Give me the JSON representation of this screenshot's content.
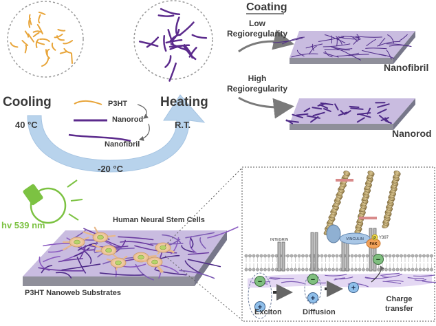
{
  "colors": {
    "p3ht": "#e8a53a",
    "nanorod": "#5b2a8c",
    "fiber": "#6a3aa0",
    "substrate_top": "#c9bce0",
    "substrate_side": "#8f8f9a",
    "arrow": "#b8d3ec",
    "light": "#7cc242",
    "text": "#3a3a3a"
  },
  "top": {
    "coating": "Coating",
    "low_reg": "Low\nRegioregularity",
    "high_reg": "High\nRegioregularity",
    "nanofibril": "Nanofibril",
    "nanorod": "Nanorod",
    "cooling": "Cooling",
    "heating": "Heating",
    "temp_40": "40 °C",
    "temp_rt": "R.T.",
    "temp_neg20": "-20 °C",
    "legend_p3ht": "P3HT",
    "legend_nanorod": "Nanorod",
    "legend_nanofibril": "Nanofibril"
  },
  "bottom": {
    "light": "hv 539 nm",
    "cells": "Human Neural Stem Cells",
    "substrate": "P3HT Nanoweb Substrates",
    "integrin": "INTEGRIN",
    "vinculin": "VINCULIN",
    "fak": "FAK",
    "p": "P",
    "y397": "Y397",
    "exciton": "Exciton",
    "diffusion": "Diffusion",
    "charge_transfer": "Charge\ntransfer",
    "minus": "−",
    "plus": "+"
  }
}
